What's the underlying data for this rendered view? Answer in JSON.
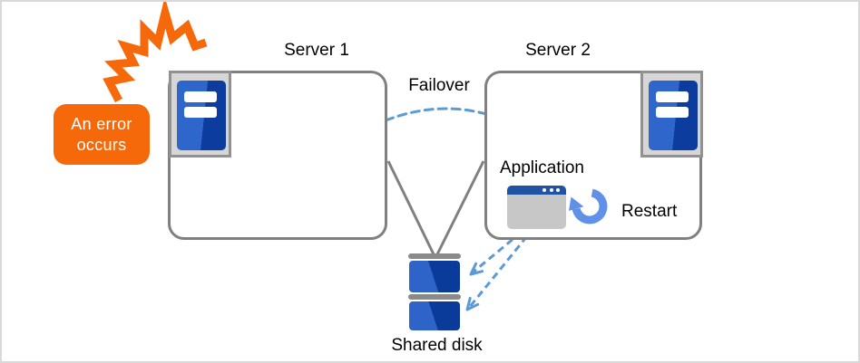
{
  "error_callout": {
    "text": "An error occurs"
  },
  "server1": {
    "label": "Server 1"
  },
  "server2": {
    "label": "Server 2"
  },
  "failover": {
    "label": "Failover"
  },
  "application": {
    "label": "Application"
  },
  "restart": {
    "label": "Restart"
  },
  "shared_disk": {
    "label": "Shared disk"
  },
  "icons": {
    "lightning": "error-burst",
    "server": "server-tower",
    "window": "application-window",
    "restart": "restart-circular-arrow",
    "disk": "shared-disk-stack"
  },
  "colors": {
    "accent_orange": "#F5690B",
    "box_border_gray": "#808080",
    "icon_panel_gray": "#D6D6D6",
    "server_blue_light": "#2F66CC",
    "server_blue_dark": "#0B3C9E",
    "window_title_blue": "#2053A4",
    "window_body_gray": "#C7C7C7",
    "dashed_arrow_blue": "#5B9BD5",
    "restart_blue": "#6190E8",
    "disk_cap_gray": "#8A8A8A",
    "text_black": "#000000",
    "text_white": "#FFFFFF"
  }
}
